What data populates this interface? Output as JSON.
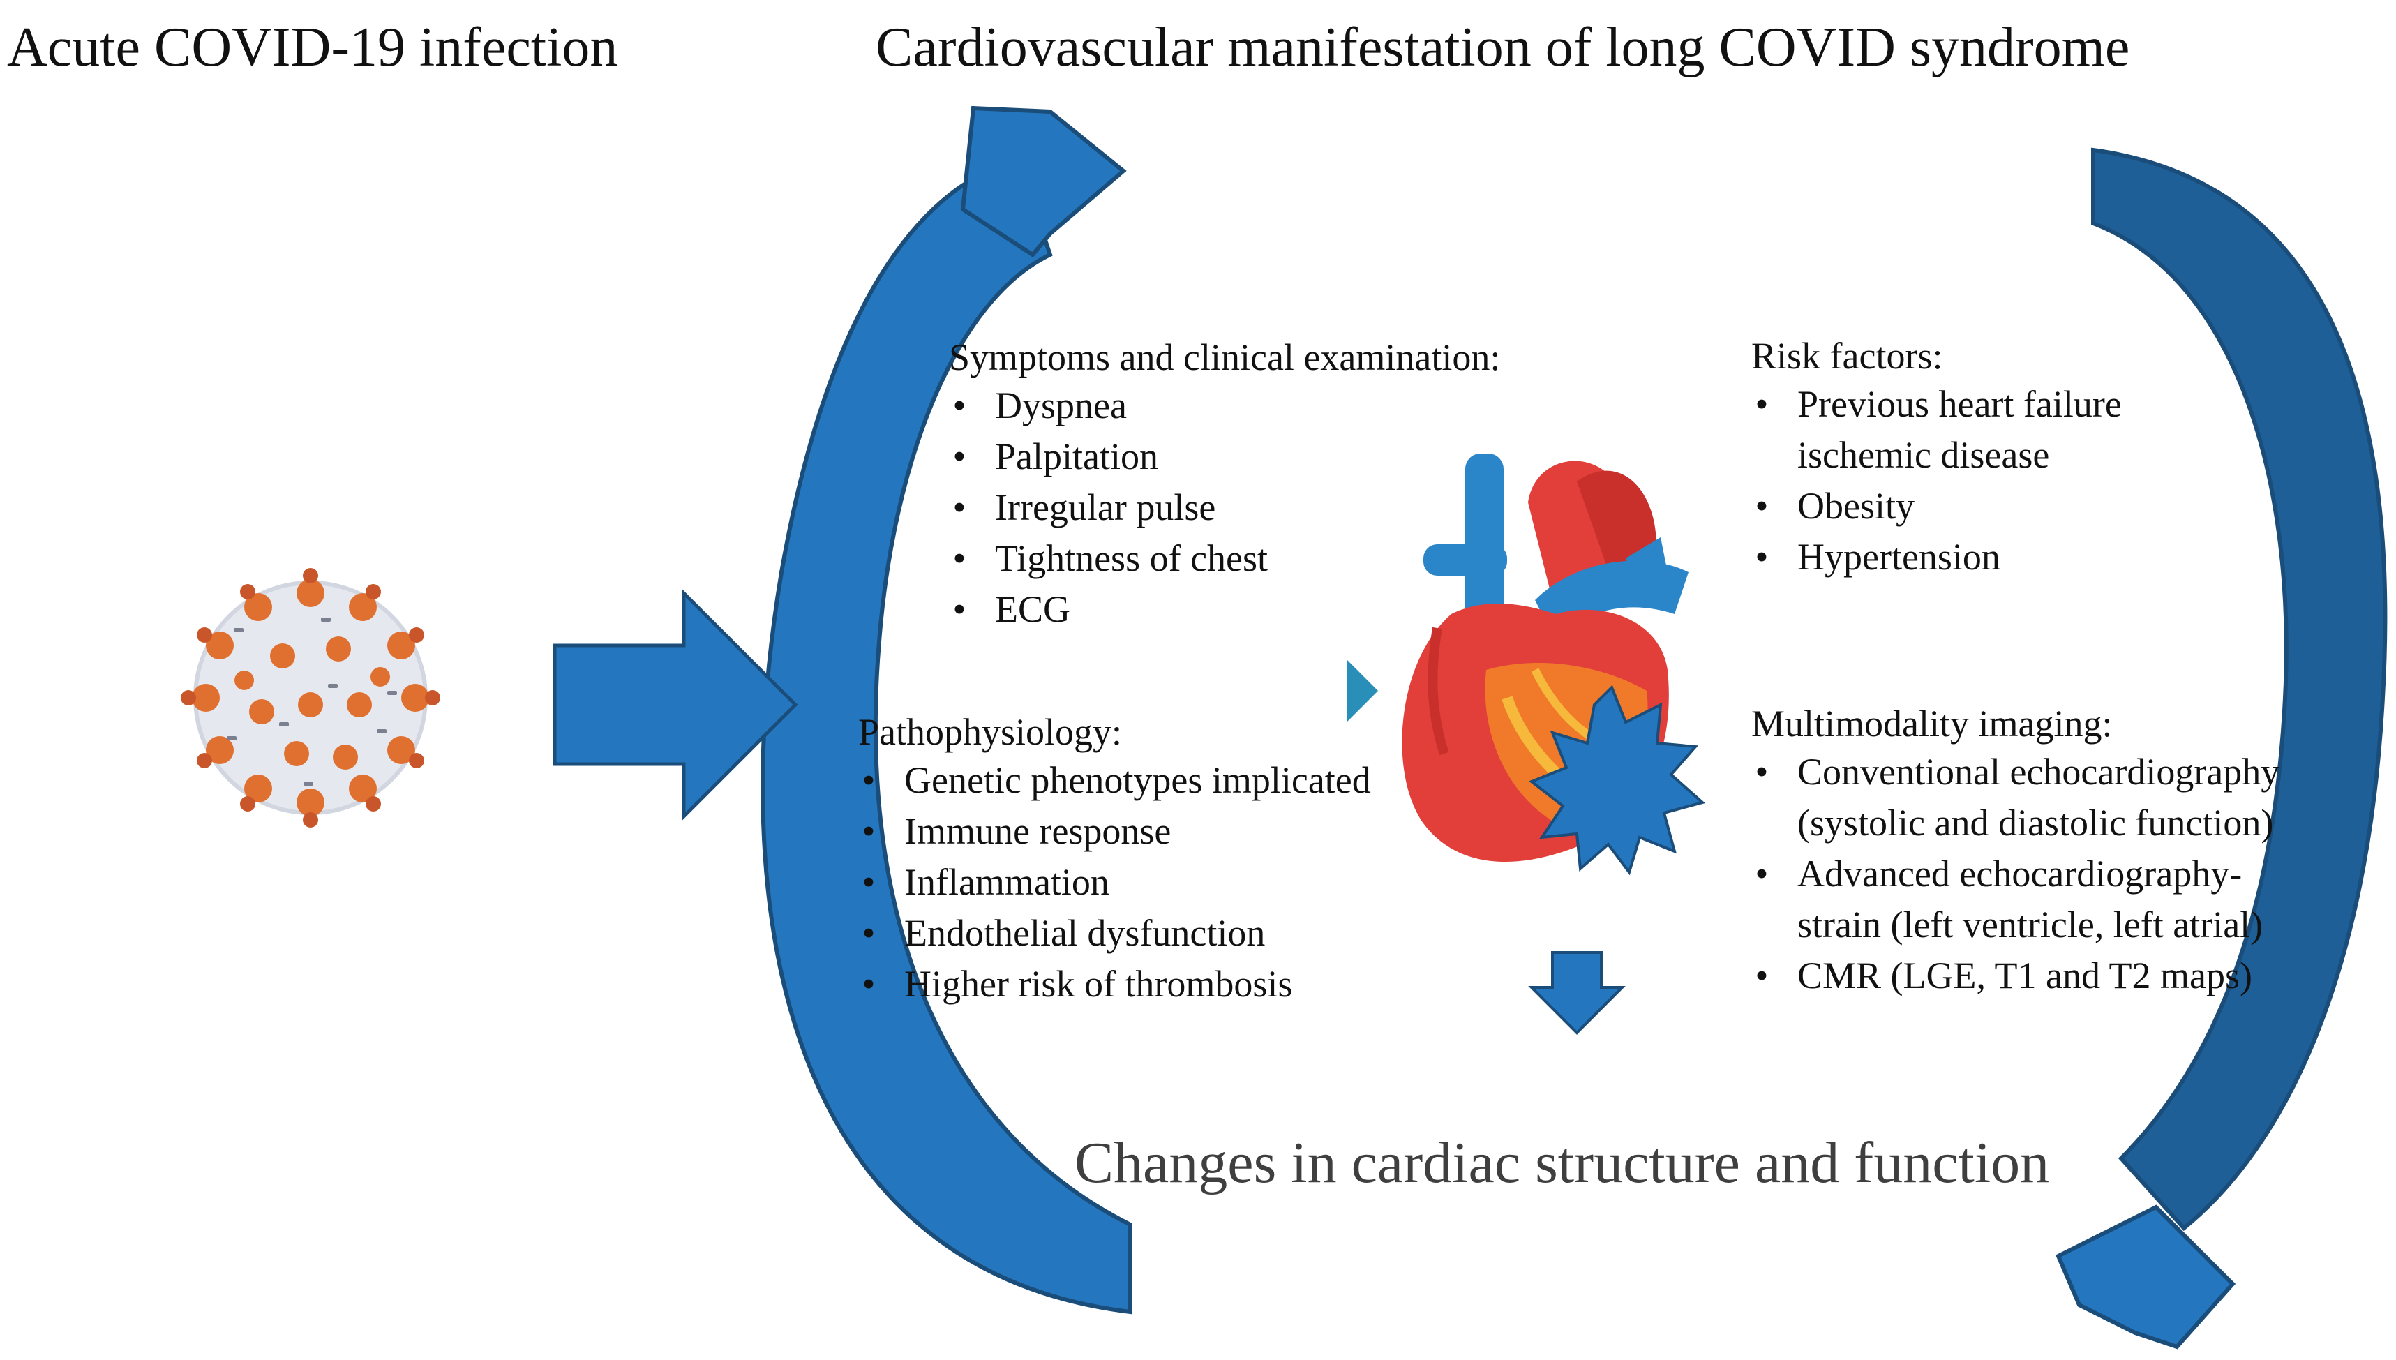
{
  "titles": {
    "left": "Acute COVID-19 infection",
    "right": "Cardiovascular manifestation of long COVID syndrome"
  },
  "symptoms": {
    "heading": "Symptoms and clinical examination:",
    "items": [
      "Dyspnea",
      "Palpitation",
      "Irregular pulse",
      "Tightness of chest",
      "ECG"
    ]
  },
  "risk_factors": {
    "heading": "Risk factors:",
    "items": [
      {
        "line1": "Previous heart failure",
        "line2": "ischemic disease"
      },
      {
        "line1": "Obesity"
      },
      {
        "line1": "Hypertension"
      }
    ]
  },
  "pathophysiology": {
    "heading": "Pathophysiology:",
    "items": [
      "Genetic phenotypes implicated",
      "Immune response",
      "Inflammation",
      "Endothelial dysfunction",
      "Higher risk of thrombosis"
    ]
  },
  "imaging": {
    "heading": "Multimodality imaging:",
    "items": [
      {
        "line1": "Conventional echocardiography",
        "line2": "(systolic and diastolic function)"
      },
      {
        "line1": "Advanced echocardiography-",
        "line2": "strain (left ventricle, left atrial)"
      },
      {
        "line1": "CMR (LGE, T1 and T2 maps)"
      }
    ]
  },
  "bottom_caption": "Changes in cardiac structure and function",
  "bullet_symbol": "•",
  "colors": {
    "arrow_blue": "#2477be",
    "arrow_dark": "#1e5f98",
    "arrow_stroke": "#1b4d7a",
    "virus_spike": "#e07030",
    "virus_body": "#e8eaf0",
    "heart_red": "#e23f3a",
    "heart_orange": "#f07a2a",
    "heart_yellow": "#f6b93b",
    "vessel_blue": "#2a86c8"
  }
}
